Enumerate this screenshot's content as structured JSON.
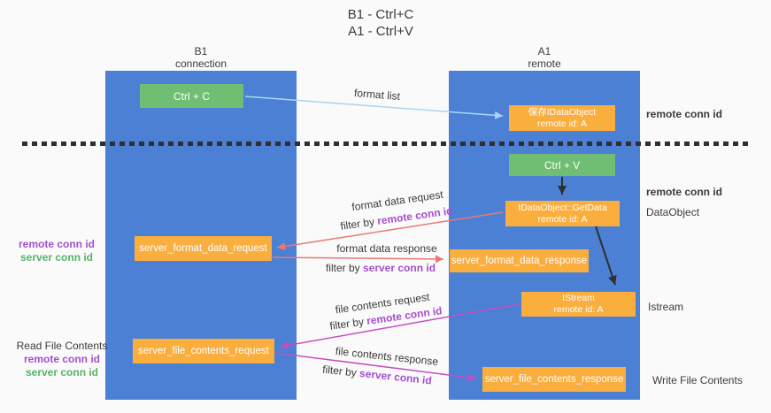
{
  "title": {
    "line1": "B1 - Ctrl+C",
    "line2": "A1 - Ctrl+V"
  },
  "columns": {
    "left": {
      "name": "B1",
      "role": "connection"
    },
    "right": {
      "name": "A1",
      "role": "remote"
    }
  },
  "boxes": {
    "ctrl_c": "Ctrl + C",
    "ctrl_v": "Ctrl + V",
    "save_dataobject": {
      "title": "保存IDataObject",
      "subtitle": "remote id: A"
    },
    "getdata": {
      "title": "IDataObject::GetData",
      "subtitle": "remote id: A"
    },
    "istream": {
      "title": "IStream",
      "subtitle": "remote id: A"
    },
    "format_request": "server_format_data_request",
    "format_response": "server_format_data_response",
    "file_request": "server_file_contents_request",
    "file_response": "server_file_contents_response"
  },
  "right_labels": {
    "remote_conn_id_top": "remote conn id",
    "remote_conn_id_mid": "remote conn id",
    "dataobject": "DataObject",
    "istream": "Istream",
    "write_file_contents": "Write File Contents"
  },
  "left_labels": {
    "block1": {
      "remote": "remote conn id",
      "server": "server conn id"
    },
    "block2": {
      "title": "Read File Contents",
      "remote": "remote conn id",
      "server": "server conn id"
    }
  },
  "annotations": {
    "format_list": "format list",
    "format_data_request": "format data request",
    "filter_remote_1": {
      "prefix": "filter by ",
      "value": "remote conn id"
    },
    "format_data_response": "format data response",
    "filter_server_1": {
      "prefix": "filter by ",
      "value": "server conn id"
    },
    "file_contents_request": "file contents request",
    "filter_remote_2": {
      "prefix": "filter by ",
      "value": "remote conn id"
    },
    "file_contents_response": "file contents response",
    "filter_server_2": {
      "prefix": "filter by ",
      "value": "server conn id"
    }
  },
  "colors": {
    "column_blue": "#4b80d5",
    "box_green": "#6fbe74",
    "box_orange": "#f9ae3e",
    "arrow_light_blue": "#a9d5f2",
    "arrow_salmon": "#e87a74",
    "arrow_magenta": "#c44fc4",
    "arrow_black": "#2f2f2f",
    "text_purple": "#a44fce",
    "text_green": "#55b36a",
    "text_dark": "#3b3b3b"
  }
}
